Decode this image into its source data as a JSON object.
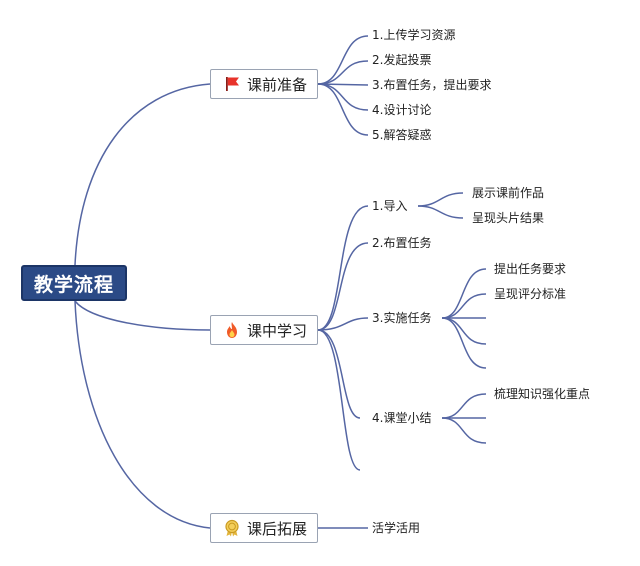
{
  "root": {
    "label": "教学流程"
  },
  "branches": [
    {
      "label": "课前准备",
      "icon": "red-flag-icon",
      "items": [
        "1.上传学习资源",
        "2.发起投票",
        "3.布置任务，提出要求",
        "4.设计讨论",
        "5.解答疑惑"
      ]
    },
    {
      "label": "课中学习",
      "icon": "flame-icon",
      "items": [
        {
          "label": "1.导入",
          "children": [
            "展示课前作品",
            "呈现头片结果"
          ]
        },
        {
          "label": "2.布置任务",
          "children": []
        },
        {
          "label": "3.实施任务",
          "children": [
            "提出任务要求",
            "呈现评分标准"
          ]
        },
        {
          "label": "4.课堂小结",
          "children": [
            "梳理知识强化重点"
          ]
        }
      ]
    },
    {
      "label": "课后拓展",
      "icon": "medal-icon",
      "items": [
        "活学活用"
      ]
    }
  ],
  "colors": {
    "link": "#5566a3",
    "root_fill": "#2b4a86",
    "flag": "#e8332b",
    "flame": "#f05a28",
    "medal": "#e3b53c"
  }
}
